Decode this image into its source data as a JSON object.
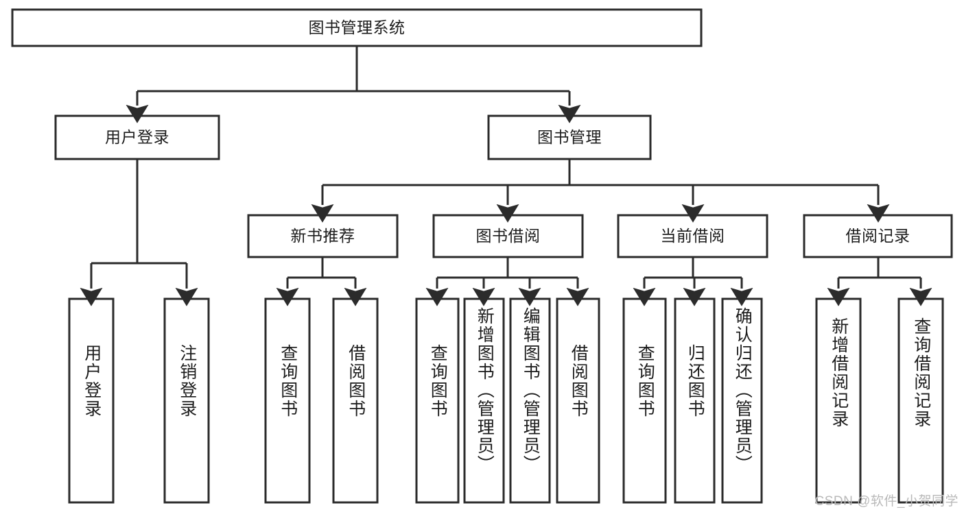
{
  "diagram": {
    "title": "图书管理系统",
    "watermark": "CSDN @软件_小贺同学",
    "colors": {
      "stroke": "#2b2b2b",
      "fill": "#ffffff",
      "text": "#1c1c1c",
      "watermark": "#b9b9b9",
      "background": "#ffffff"
    },
    "root": {
      "label": "图书管理系统",
      "orientation": "horizontal"
    },
    "level2": [
      {
        "label": "用户登录",
        "orientation": "horizontal"
      },
      {
        "label": "图书管理",
        "orientation": "horizontal"
      }
    ],
    "level3": [
      {
        "label": "新书推荐",
        "orientation": "horizontal"
      },
      {
        "label": "图书借阅",
        "orientation": "horizontal"
      },
      {
        "label": "当前借阅",
        "orientation": "horizontal"
      },
      {
        "label": "借阅记录",
        "orientation": "horizontal"
      }
    ],
    "leaves": {
      "user_login": [
        {
          "label": "用户登录",
          "orientation": "vertical"
        },
        {
          "label": "注销登录",
          "orientation": "vertical"
        }
      ],
      "new_book_recommend": [
        {
          "label": "查询图书",
          "orientation": "vertical"
        },
        {
          "label": "借阅图书",
          "orientation": "vertical"
        }
      ],
      "book_borrow": [
        {
          "label": "查询图书",
          "orientation": "vertical"
        },
        {
          "label": "新增图书（管理员）",
          "orientation": "vertical"
        },
        {
          "label": "编辑图书（管理员）",
          "orientation": "vertical"
        },
        {
          "label": "借阅图书",
          "orientation": "vertical"
        }
      ],
      "current_borrow": [
        {
          "label": "查询图书",
          "orientation": "vertical"
        },
        {
          "label": "归还图书",
          "orientation": "vertical"
        },
        {
          "label": "确认归还（管理员）",
          "orientation": "vertical"
        }
      ],
      "borrow_record": [
        {
          "label": "新增借阅记录",
          "orientation": "vertical"
        },
        {
          "label": "查询借阅记录",
          "orientation": "vertical"
        }
      ]
    }
  }
}
